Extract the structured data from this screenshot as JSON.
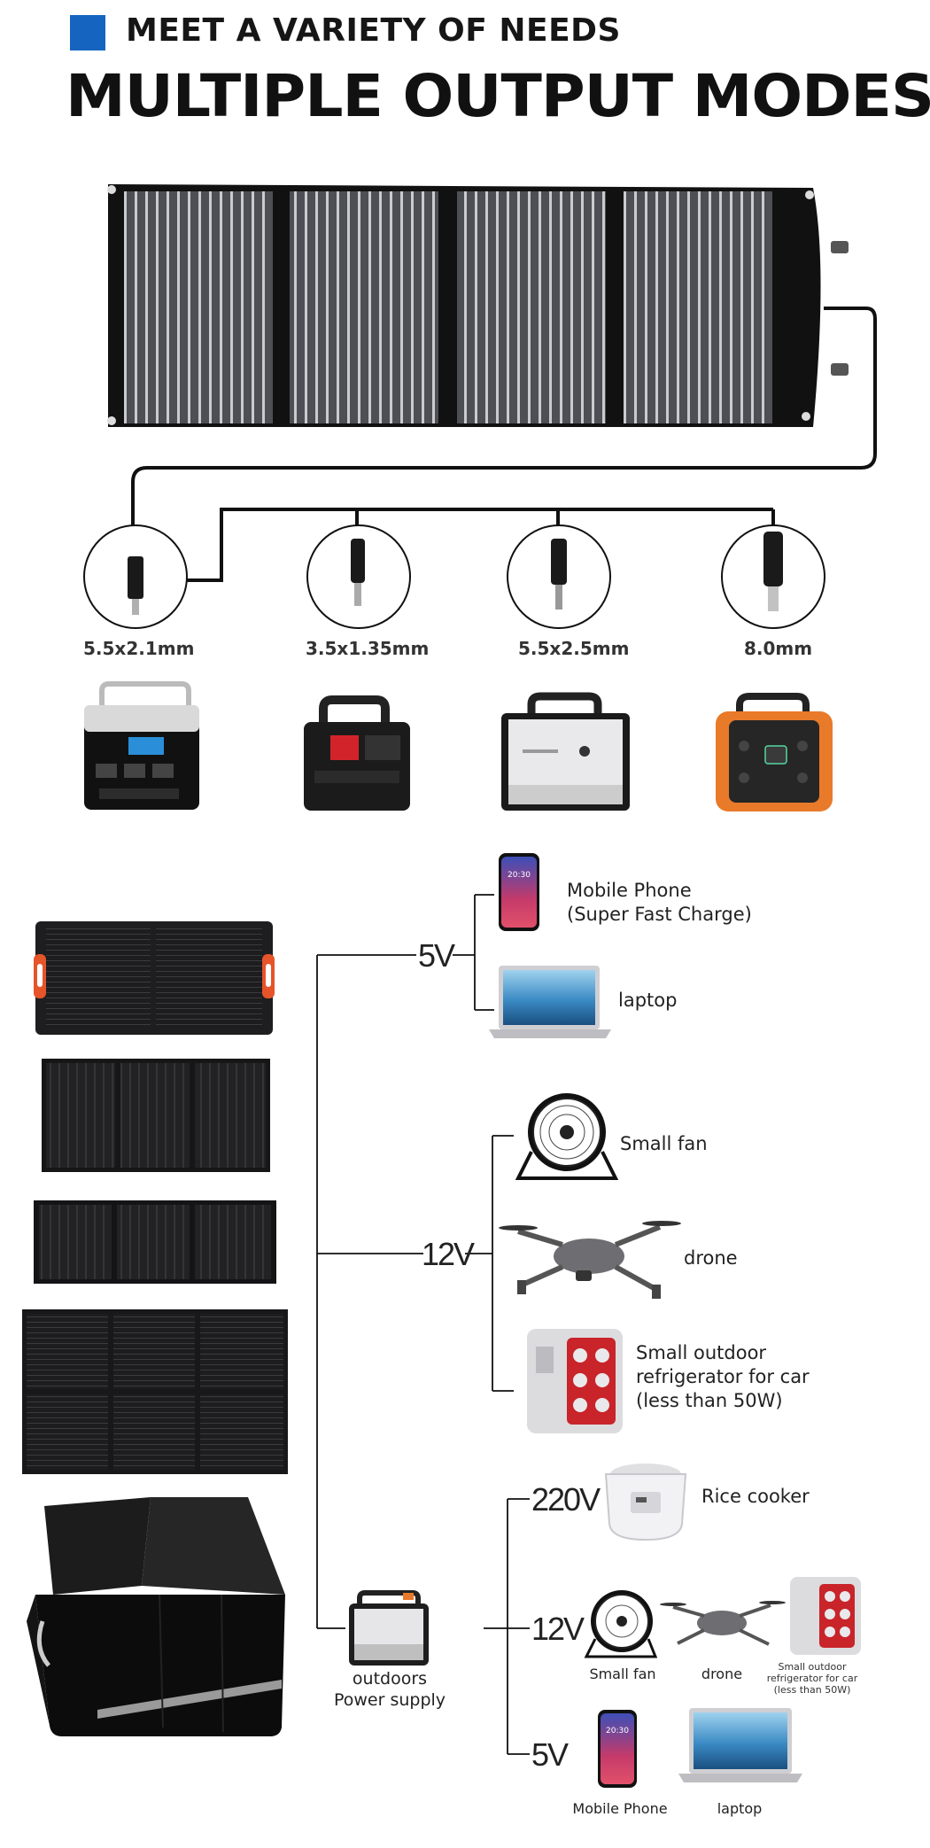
{
  "header": {
    "subtitle": "MEET A VARIETY OF NEEDS",
    "title": "MULTIPLE OUTPUT MODES",
    "accent_color": "#1565c0"
  },
  "connectors": [
    {
      "label": "5.5x2.1mm",
      "icon": "dc-plug-icon"
    },
    {
      "label": "3.5x1.35mm",
      "icon": "dc-plug-icon"
    },
    {
      "label": "5.5x2.5mm",
      "icon": "dc-plug-icon"
    },
    {
      "label": "8.0mm",
      "icon": "dc-plug-icon"
    }
  ],
  "power_stations": [
    "power-station-black",
    "power-station-red",
    "power-station-silver",
    "power-station-orange"
  ],
  "groups": {
    "g5v": {
      "voltage": "5V",
      "devices": [
        {
          "label": "Mobile Phone\n(Super Fast Charge)",
          "icon": "mobile-phone-icon"
        },
        {
          "label": "laptop",
          "icon": "laptop-icon"
        }
      ]
    },
    "g12v": {
      "voltage": "12V",
      "devices": [
        {
          "label": "Small fan",
          "icon": "fan-icon"
        },
        {
          "label": "drone",
          "icon": "drone-icon"
        },
        {
          "label": "Small outdoor\nrefrigerator for car\n(less than 50W)",
          "icon": "mini-fridge-icon"
        }
      ]
    }
  },
  "outdoor_supply": {
    "label": "outdoors\nPower supply",
    "outputs": {
      "v220": {
        "voltage": "220V",
        "device": "Rice cooker"
      },
      "v12": {
        "voltage": "12V",
        "devices": [
          "Small fan",
          "drone",
          "Small outdoor\nrefrigerator for car\n(less than 50W)"
        ]
      },
      "v5": {
        "voltage": "5V",
        "devices": [
          "Mobile Phone",
          "laptop"
        ]
      }
    }
  }
}
